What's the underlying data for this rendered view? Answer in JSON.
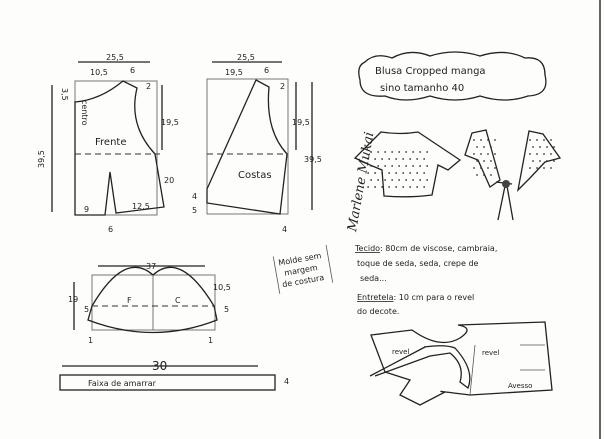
{
  "title": {
    "line1": "Blusa Cropped manga",
    "line2": "sino tamanho 40"
  },
  "front": {
    "label": "Frente",
    "fold": "centro",
    "width": "25,5",
    "neck_width": "10,5",
    "shoulder": "6",
    "shoulder_drop": "2",
    "neck_depth": "3,5",
    "armhole": "19,5",
    "length": "39,5",
    "side": "20",
    "hem_left": "9",
    "hem_right": "12,5",
    "dart": "6"
  },
  "back": {
    "label": "Costas",
    "width": "25,5",
    "neck_width": "19,5",
    "shoulder": "6",
    "shoulder_drop": "2",
    "armhole": "19,5",
    "length": "39,5",
    "hem_a": "4",
    "hem_b": "5",
    "hem_c": "4"
  },
  "sleeve": {
    "width": "37",
    "height": "19",
    "cap": "10,5",
    "left_drop": "5",
    "right_drop": "5",
    "left_ext": "1",
    "right_ext": "1",
    "front_label": "F",
    "back_label": "C"
  },
  "note": {
    "line1": "Molde sem",
    "line2": "margem",
    "line3": "de costura"
  },
  "materials": {
    "fabric_label": "Tecido",
    "fabric_line1": ": 80cm de viscose, cambraia,",
    "fabric_line2": "toque de seda, seda, crepe de",
    "fabric_line3": "seda...",
    "interfacing_label": "Entretela",
    "interfacing_line1": ": 10 cm para o revel",
    "interfacing_line2": "do decote."
  },
  "tie": {
    "label": "Faixa de amarrar",
    "length": "30",
    "width": "4"
  },
  "facing": {
    "revel1": "revel",
    "revel2": "revel",
    "wrong_side": "Avesso"
  },
  "signature": "Marlene Mukai"
}
